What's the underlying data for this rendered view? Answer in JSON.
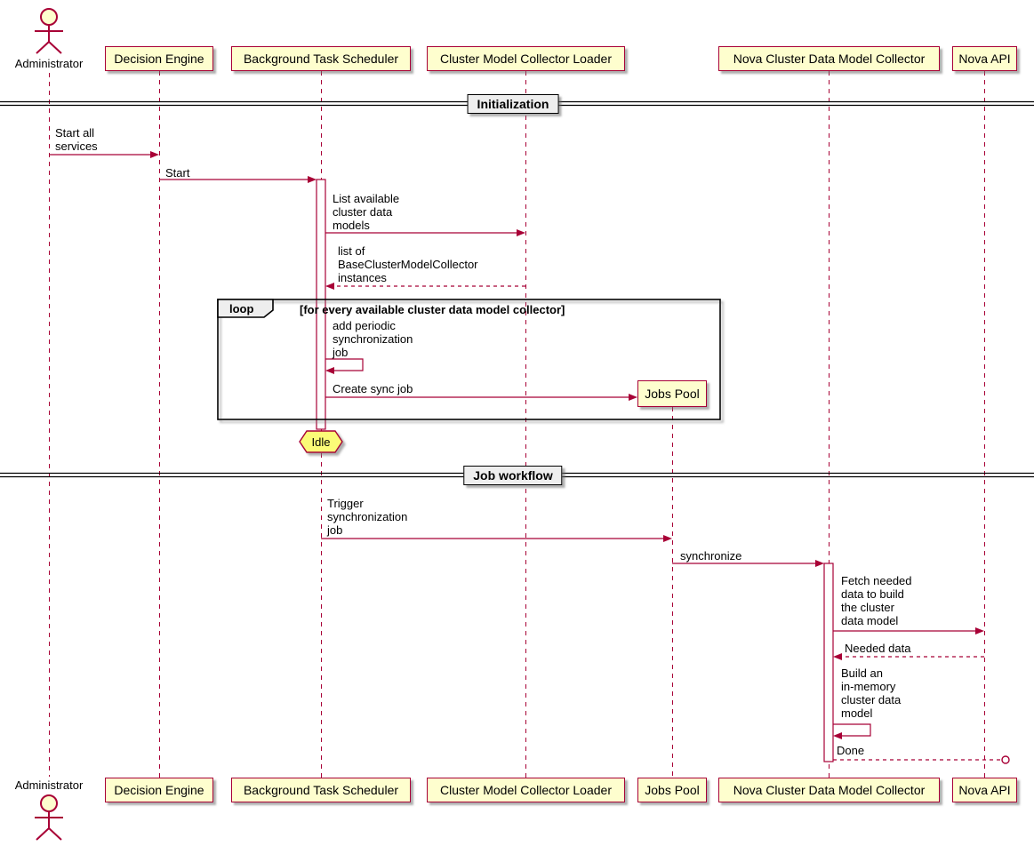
{
  "colors": {
    "participant_fill": "#FEFECE",
    "participant_border": "#A80036",
    "arrow": "#A80036",
    "lifeline": "#A80036",
    "note_fill": "#FBFB77",
    "divider_fill": "#EEEEEE",
    "frame_border": "#000000"
  },
  "actor": {
    "label": "Administrator"
  },
  "participants": {
    "decision_engine": "Decision Engine",
    "scheduler": "Background Task Scheduler",
    "loader": "Cluster Model Collector Loader",
    "jobs_pool": "Jobs Pool",
    "collector": "Nova Cluster Data Model Collector",
    "nova_api": "Nova API"
  },
  "dividers": {
    "initialization": "Initialization",
    "job_workflow": "Job workflow"
  },
  "loop_frame": {
    "keyword": "loop",
    "condition": "[for every available cluster data model collector]"
  },
  "notes": {
    "idle": "Idle"
  },
  "messages": {
    "start_all_services": "Start all\nservices",
    "start": "Start",
    "list_available": "List available\ncluster data\nmodels",
    "list_of_instances": "list of\nBaseClusterModelCollector\ninstances",
    "add_periodic": "add periodic\nsynchronization\njob",
    "create_sync_job": "Create sync job",
    "trigger_sync": "Trigger\nsynchronization\njob",
    "synchronize": "synchronize",
    "fetch_needed": "Fetch needed\ndata to build\nthe cluster\ndata model",
    "needed_data": "Needed data",
    "build_model": "Build an\nin-memory\ncluster data\nmodel",
    "done": "Done"
  }
}
